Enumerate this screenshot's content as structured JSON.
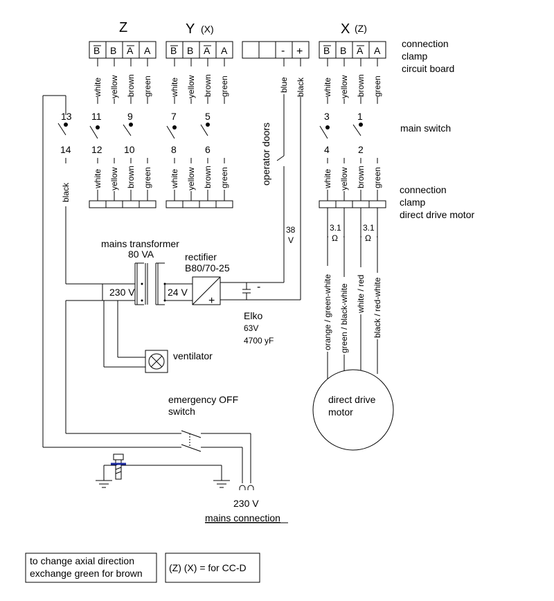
{
  "headers": {
    "z": "Z",
    "y": "Y",
    "y_sub": "(X)",
    "x": "X",
    "x_sub": "(Z)"
  },
  "clamp_labels": {
    "b_bar": "B",
    "b": "B",
    "a_bar": "A",
    "a": "A",
    "minus": "-",
    "plus": "+"
  },
  "colors": {
    "white": "white",
    "yellow": "yellow",
    "brown": "brown",
    "green": "green",
    "blue": "blue",
    "black": "black"
  },
  "numbers": {
    "n1": "1",
    "n2": "2",
    "n3": "3",
    "n4": "4",
    "n5": "5",
    "n6": "6",
    "n7": "7",
    "n8": "8",
    "n9": "9",
    "n10": "10",
    "n11": "11",
    "n12": "12",
    "n13": "13",
    "n14": "14"
  },
  "conn_board": {
    "line1": "connection",
    "line2": "clamp",
    "line3": "circuit board"
  },
  "main_switch": "main switch",
  "conn_motor": {
    "line1": "connection",
    "line2": "clamp",
    "line3": "direct drive motor"
  },
  "operator_doors": "operator doors",
  "v38": {
    "value": "38",
    "unit": "V"
  },
  "resistance": {
    "value": "3.1",
    "unit": "Ω"
  },
  "transformer": {
    "line1": "mains transformer",
    "line2": "80 VA"
  },
  "rectifier": {
    "line1": "rectifier",
    "line2": "B80/70-25"
  },
  "v230": "230 V",
  "v24": "24 V",
  "elko": {
    "line1": "Elko",
    "line2": "63V",
    "line3": "4700 yF"
  },
  "ventilator": "ventilator",
  "motor_wires": {
    "w1": "orange / green-white",
    "w2": "green / black-white",
    "w3": "white / red",
    "w4": "black / red-white"
  },
  "motor": {
    "line1": "direct drive",
    "line2": "motor"
  },
  "emergency": {
    "line1": "emergency OFF",
    "line2": "switch"
  },
  "mains": {
    "voltage": "230 V",
    "label": "mains connection"
  },
  "note1": {
    "line1": "to change axial direction",
    "line2": "exchange green for brown"
  },
  "note2": "(Z) (X) = for CC-D"
}
